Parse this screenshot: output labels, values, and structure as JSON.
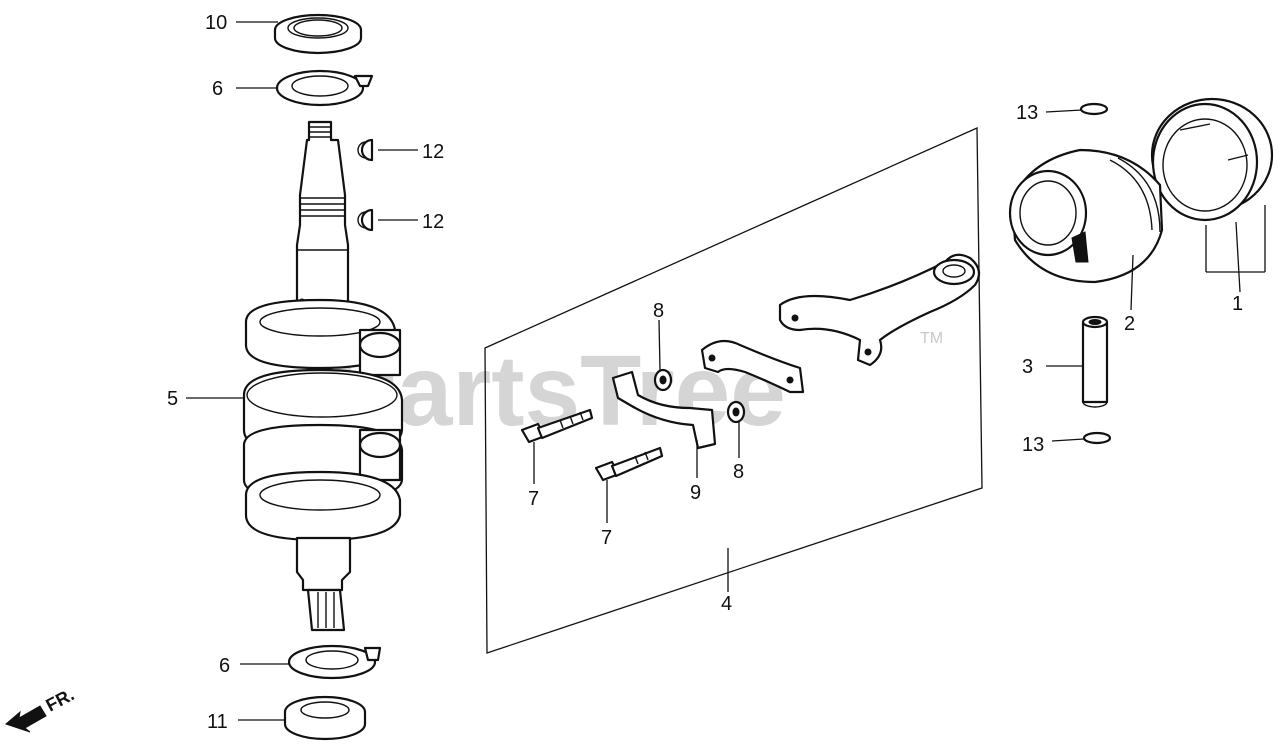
{
  "watermark": {
    "text": "PartsTree",
    "trademark": "TM"
  },
  "direction_marker": {
    "text": "FR."
  },
  "callouts": [
    {
      "ref": "1"
    },
    {
      "ref": "2"
    },
    {
      "ref": "3"
    },
    {
      "ref": "4"
    },
    {
      "ref": "5"
    },
    {
      "ref": "6"
    },
    {
      "ref": "6"
    },
    {
      "ref": "7"
    },
    {
      "ref": "7"
    },
    {
      "ref": "8"
    },
    {
      "ref": "8"
    },
    {
      "ref": "9"
    },
    {
      "ref": "10"
    },
    {
      "ref": "11"
    },
    {
      "ref": "12"
    },
    {
      "ref": "12"
    },
    {
      "ref": "13"
    },
    {
      "ref": "13"
    }
  ]
}
